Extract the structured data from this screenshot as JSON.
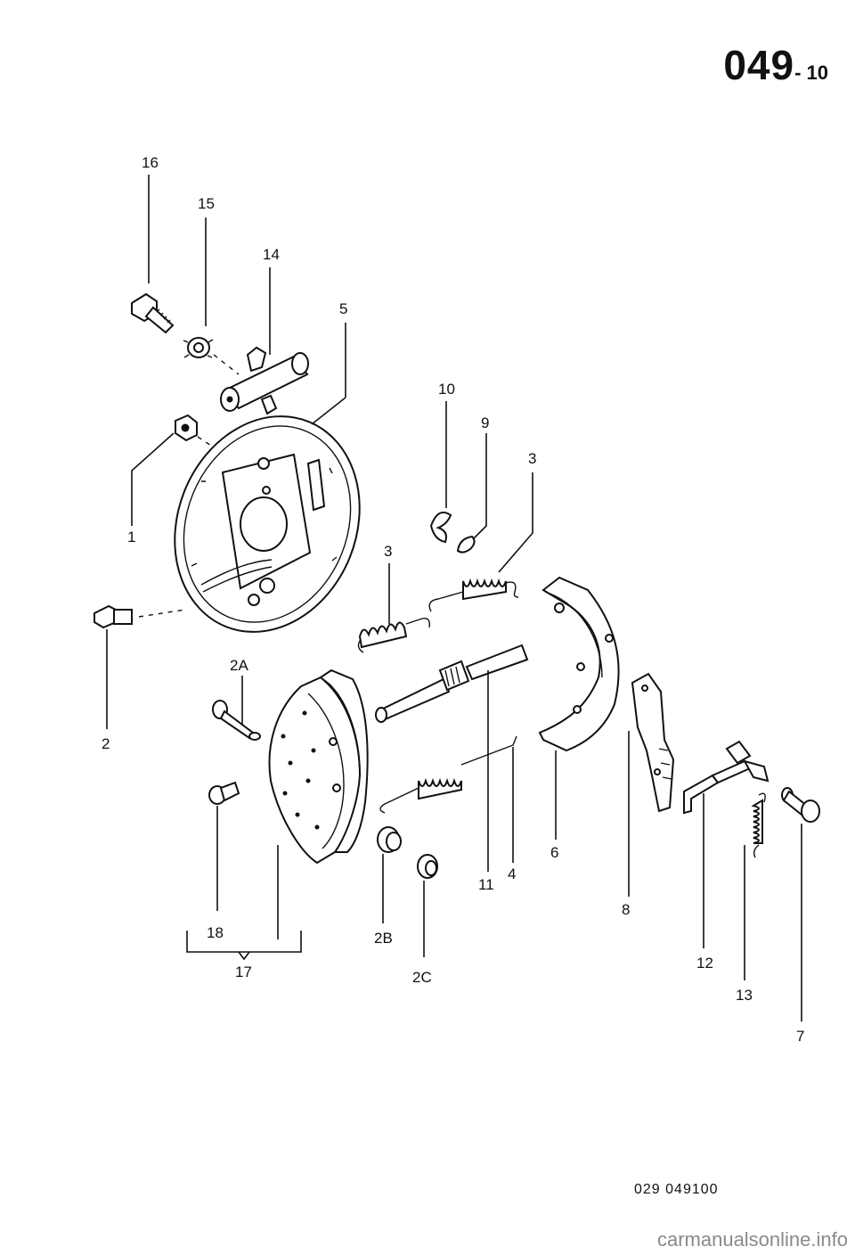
{
  "page": {
    "number_main": "049",
    "number_sub": "- 10"
  },
  "diagram_code": "029  049100",
  "watermark": "carmanualsonline.info",
  "callouts": {
    "c16": "16",
    "c15": "15",
    "c14": "14",
    "c5": "5",
    "c1": "1",
    "c2": "2",
    "c2A": "2A",
    "c10": "10",
    "c9": "9",
    "c3a": "3",
    "c3b": "3",
    "c6": "6",
    "c11": "11",
    "c4": "4",
    "c8": "8",
    "c12": "12",
    "c13": "13",
    "c7": "7",
    "c18": "18",
    "c17": "17",
    "c2B": "2B",
    "c2C": "2C"
  },
  "parts": [
    {
      "id": "bolt",
      "icon": "bolt-icon"
    },
    {
      "id": "lock-washer",
      "icon": "lock-washer-icon"
    },
    {
      "id": "wheel-cylinder",
      "icon": "wheel-cylinder-icon"
    },
    {
      "id": "backing-plate",
      "icon": "backing-plate-icon"
    },
    {
      "id": "plug",
      "icon": "plug-icon"
    },
    {
      "id": "bleeder-valve",
      "icon": "bleeder-valve-icon"
    },
    {
      "id": "pin",
      "icon": "pin-icon"
    },
    {
      "id": "clip",
      "icon": "clip-icon"
    },
    {
      "id": "retainer",
      "icon": "retainer-icon"
    },
    {
      "id": "return-spring",
      "icon": "spring-icon"
    },
    {
      "id": "brake-shoe",
      "icon": "brake-shoe-icon"
    },
    {
      "id": "adjuster",
      "icon": "adjuster-icon"
    },
    {
      "id": "lever",
      "icon": "lever-icon"
    },
    {
      "id": "strut",
      "icon": "strut-icon"
    },
    {
      "id": "spring-small",
      "icon": "spring-icon"
    },
    {
      "id": "stud",
      "icon": "stud-icon"
    },
    {
      "id": "cup",
      "icon": "cup-icon"
    }
  ]
}
